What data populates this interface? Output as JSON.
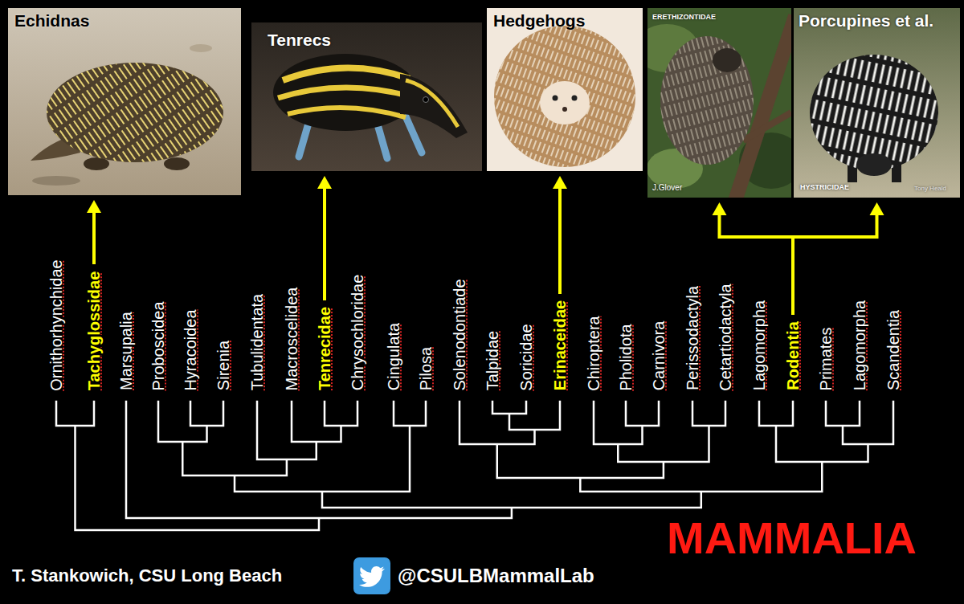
{
  "diagram": {
    "nodes": [
      {
        "text": [
          "Echidnas"
        ]
      },
      {
        "text": [
          "Tenrecs"
        ]
      },
      {
        "text": [
          "Hedgehogs"
        ]
      },
      {
        "text": [
          "ERETHIZONTIDAE",
          "J.Glover"
        ]
      },
      {
        "text": [
          "Porcupines et al.",
          "HYSTRICIDAE",
          "Tony Heald"
        ]
      },
      {
        "text": [
          "Ornithorhynchidae"
        ]
      },
      {
        "text": [
          "Tachyglossidae"
        ]
      },
      {
        "text": [
          "Marsupalia"
        ]
      },
      {
        "text": [
          "Proboscidea"
        ]
      },
      {
        "text": [
          "Hyracoidea"
        ]
      },
      {
        "text": [
          "Sirenia"
        ]
      },
      {
        "text": [
          "Tubulidentata"
        ]
      },
      {
        "text": [
          "Macroscelidea"
        ]
      },
      {
        "text": [
          "Tenrecidae"
        ]
      },
      {
        "text": [
          "Chrysochloridae"
        ]
      },
      {
        "text": [
          "Cingulata"
        ]
      },
      {
        "text": [
          "Pilosa"
        ]
      },
      {
        "text": [
          "Solenodontiade"
        ]
      },
      {
        "text": [
          "Talpidae"
        ]
      },
      {
        "text": [
          "Soricidae"
        ]
      },
      {
        "text": [
          "Erinaceidae"
        ]
      },
      {
        "text": [
          "Chiroptera"
        ]
      },
      {
        "text": [
          "Pholidota"
        ]
      },
      {
        "text": [
          "Carnivora"
        ]
      },
      {
        "text": [
          "Perissodactyla"
        ]
      },
      {
        "text": [
          "Cetartiodactyla"
        ]
      },
      {
        "text": [
          "Lagomorpha"
        ]
      },
      {
        "text": [
          "Rodentia"
        ]
      },
      {
        "text": [
          "Primates"
        ]
      },
      {
        "text": [
          "Lagomorpha"
        ]
      },
      {
        "text": [
          "Scandentia"
        ]
      }
    ],
    "edges": [
      {
        "from": 6,
        "to": 0,
        "arrow": "to"
      },
      {
        "from": 13,
        "to": 1,
        "arrow": "to"
      },
      {
        "from": 20,
        "to": 2,
        "arrow": "to"
      },
      {
        "from": 27,
        "to": 3,
        "arrow": "to"
      },
      {
        "from": 27,
        "to": 4,
        "arrow": "to"
      }
    ],
    "labels": [
      "MAMMALIA",
      "T. Stankowich, CSU Long Beach",
      "@CSULBMammalLab"
    ]
  }
}
